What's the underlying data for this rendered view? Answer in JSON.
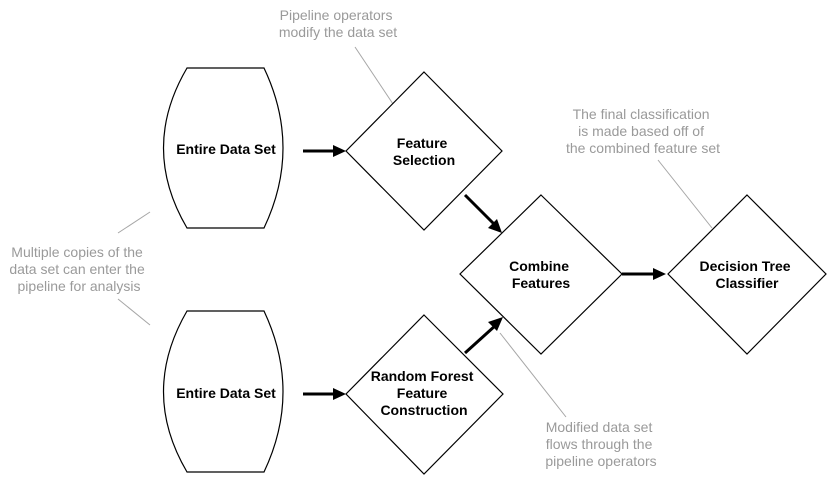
{
  "nodes": {
    "dataset_top": {
      "label": "Entire Data Set"
    },
    "dataset_bottom": {
      "label": "Entire Data Set"
    },
    "feature_selection": {
      "lines": [
        "Feature",
        "Selection"
      ]
    },
    "random_forest": {
      "lines": [
        "Random Forest",
        "Feature",
        "Construction"
      ]
    },
    "combine_features": {
      "lines": [
        "Combine",
        "Features"
      ]
    },
    "decision_tree": {
      "lines": [
        "Decision Tree",
        "Classifier"
      ]
    }
  },
  "annotations": {
    "pipeline_operators": {
      "lines": [
        "Pipeline operators",
        "modify the data set"
      ]
    },
    "final_classification": {
      "lines": [
        "The final classification",
        "is made based off of",
        "the combined feature set"
      ]
    },
    "multiple_copies": {
      "lines": [
        "Multiple copies of the",
        "data set can enter the",
        "pipeline for analysis"
      ]
    },
    "modified_data": {
      "lines": [
        "Modified data set",
        "flows through the",
        "pipeline operators"
      ]
    }
  }
}
